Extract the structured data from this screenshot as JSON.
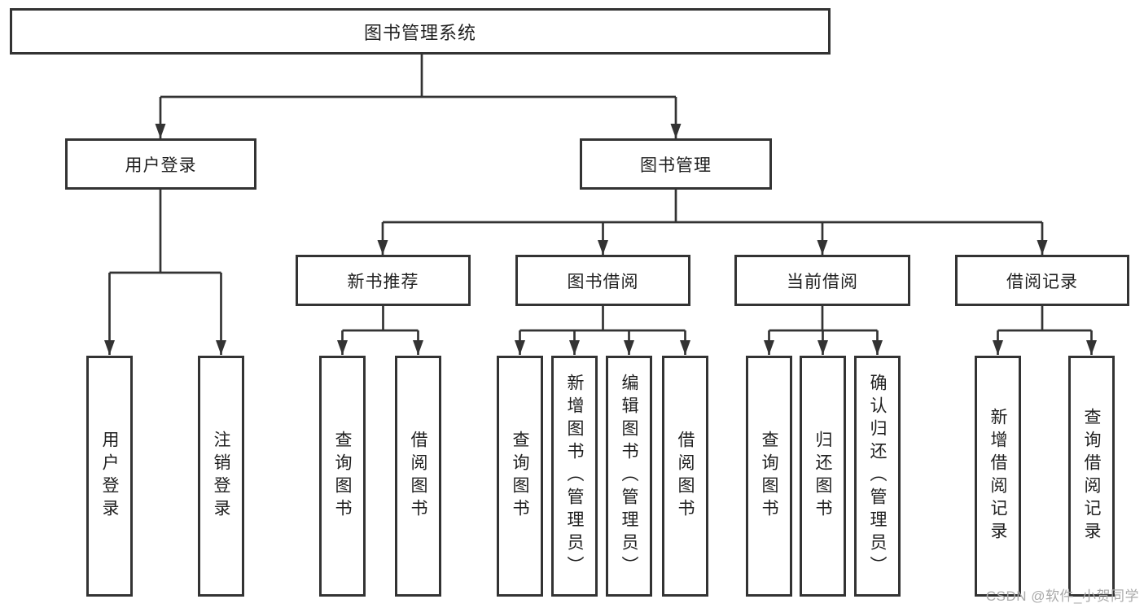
{
  "tree": {
    "root": {
      "label": "图书管理系统"
    },
    "branches": [
      {
        "label": "用户登录",
        "children": [
          {
            "label": "用户登录"
          },
          {
            "label": "注销登录"
          }
        ]
      },
      {
        "label": "图书管理",
        "children": [
          {
            "label": "新书推荐",
            "children": [
              {
                "label": "查询图书"
              },
              {
                "label": "借阅图书"
              }
            ]
          },
          {
            "label": "图书借阅",
            "children": [
              {
                "label": "查询图书"
              },
              {
                "label": "新增图书（管理员）"
              },
              {
                "label": "编辑图书（管理员）"
              },
              {
                "label": "借阅图书"
              }
            ]
          },
          {
            "label": "当前借阅",
            "children": [
              {
                "label": "查询图书"
              },
              {
                "label": "归还图书"
              },
              {
                "label": "确认归还（管理员）"
              }
            ]
          },
          {
            "label": "借阅记录",
            "children": [
              {
                "label": "新增借阅记录"
              },
              {
                "label": "查询借阅记录"
              }
            ]
          }
        ]
      }
    ]
  },
  "watermark": "CSDN @软件_小贺同学",
  "colors": {
    "line": "#333333",
    "border": "#333333",
    "text": "#1f1f1f",
    "watermark": "#aaaaaa",
    "background": "#ffffff"
  }
}
